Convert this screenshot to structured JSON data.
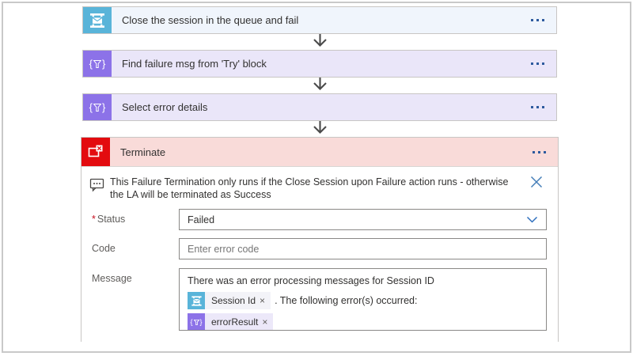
{
  "colors": {
    "service_bus_blue": "#59B4D9",
    "query_purple": "#8C72E8",
    "terminate_red": "#E30B0F",
    "card_blue_bg": "#F0F5FC",
    "card_purple_bg": "#EAE6F9",
    "terminate_header_bg": "#F9DBD9",
    "accent_blue": "#2D5A9E"
  },
  "cards": [
    {
      "title": "Close the session in the queue and fail"
    },
    {
      "title": "Find failure msg from 'Try' block"
    },
    {
      "title": "Select error details"
    },
    {
      "title": "Terminate"
    }
  ],
  "terminate": {
    "comment": "This Failure Termination only runs if the Close Session upon Failure action runs - otherwise the LA will be terminated as Success",
    "fields": {
      "status": {
        "label": "Status",
        "required_marker": "*",
        "value": "Failed"
      },
      "code": {
        "label": "Code",
        "placeholder": "Enter error code"
      },
      "message": {
        "label": "Message",
        "line1": "There was an error processing messages for Session ID",
        "token1": {
          "name": "Session Id",
          "remove": "×"
        },
        "after_token1": ". The following error(s) occurred:",
        "token2": {
          "name": "errorResult",
          "remove": "×"
        }
      }
    }
  }
}
